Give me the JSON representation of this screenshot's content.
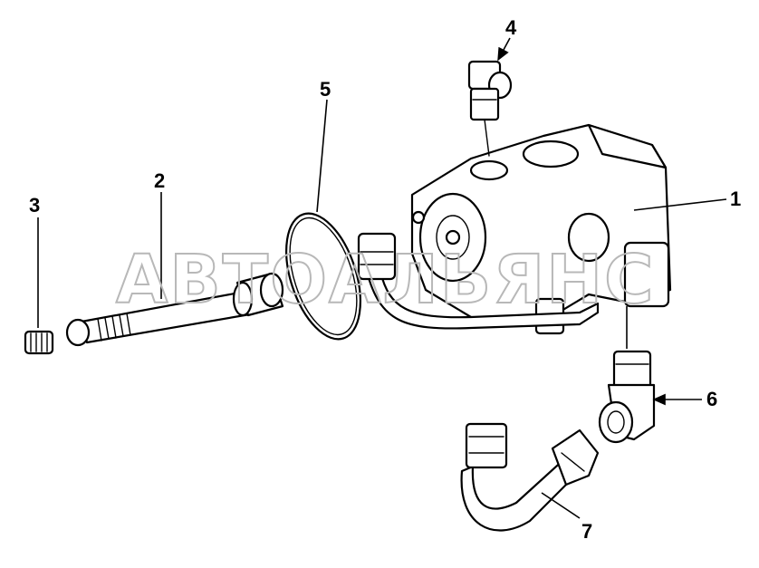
{
  "watermark": "АВТОАЛЬЯНС",
  "callouts": [
    {
      "id": "1",
      "text": "1"
    },
    {
      "id": "2",
      "text": "2"
    },
    {
      "id": "3",
      "text": "3"
    },
    {
      "id": "4",
      "text": "4"
    },
    {
      "id": "5",
      "text": "5"
    },
    {
      "id": "6",
      "text": "6"
    },
    {
      "id": "7",
      "text": "7"
    }
  ]
}
